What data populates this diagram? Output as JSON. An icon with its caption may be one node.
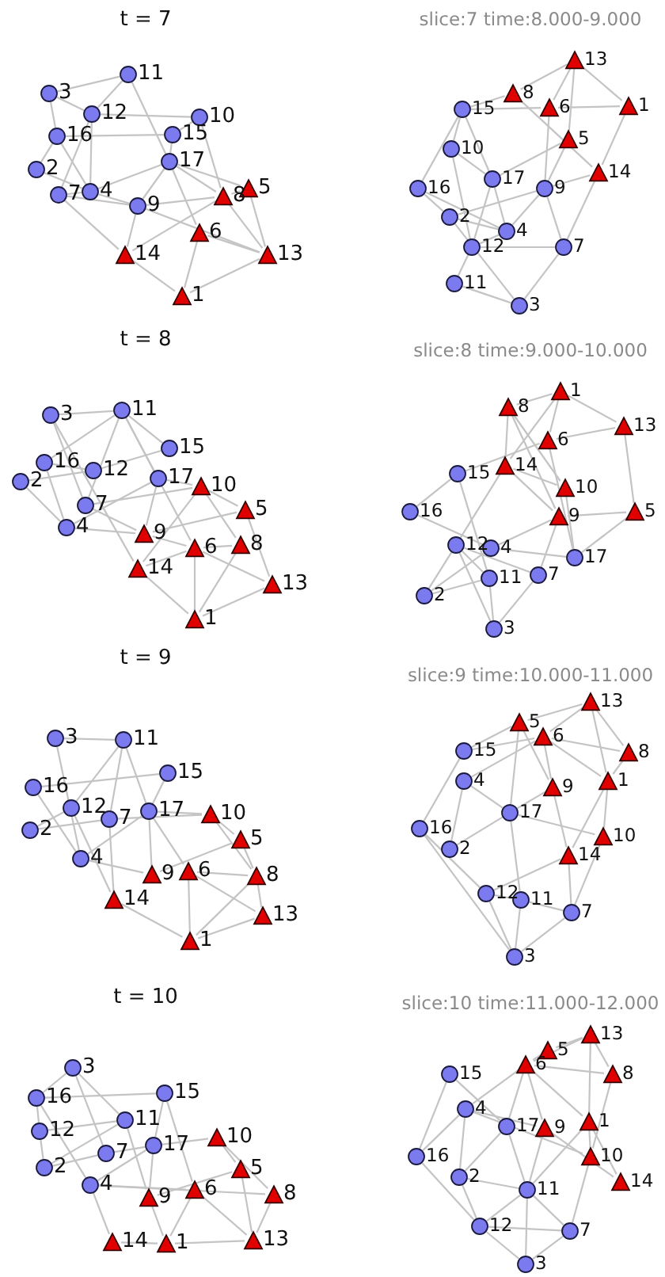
{
  "diagram": {
    "nodes": [
      {
        "text": [],
        "shape": "triangle",
        "beside": [
          "1"
        ]
      },
      {
        "text": [],
        "shape": "circle",
        "beside": [
          "2"
        ]
      },
      {
        "text": [],
        "shape": "circle",
        "beside": [
          "3"
        ]
      },
      {
        "text": [],
        "shape": "circle",
        "beside": [
          "4"
        ]
      },
      {
        "text": [],
        "shape": "triangle",
        "beside": [
          "5"
        ]
      },
      {
        "text": [],
        "shape": "triangle",
        "beside": [
          "6"
        ]
      },
      {
        "text": [],
        "shape": "circle",
        "beside": [
          "7"
        ]
      },
      {
        "text": [],
        "shape": "triangle",
        "beside": [
          "8"
        ]
      },
      {
        "text": [],
        "shape": "circle",
        "beside": [
          "9"
        ]
      },
      {
        "text": [],
        "shape": "circle",
        "beside": [
          "10"
        ]
      },
      {
        "text": [],
        "shape": "circle",
        "beside": [
          "11"
        ]
      },
      {
        "text": [],
        "shape": "circle",
        "beside": [
          "12"
        ]
      },
      {
        "text": [],
        "shape": "triangle",
        "beside": [
          "13"
        ]
      },
      {
        "text": [],
        "shape": "triangle",
        "beside": [
          "14"
        ]
      },
      {
        "text": [],
        "shape": "circle",
        "beside": [
          "15"
        ]
      },
      {
        "text": [],
        "shape": "circle",
        "beside": [
          "16"
        ]
      },
      {
        "text": [],
        "shape": "circle",
        "beside": [
          "17"
        ]
      },
      {
        "text": [],
        "shape": "triangle",
        "beside": [
          "1"
        ]
      },
      {
        "text": [],
        "shape": "circle",
        "beside": [
          "2"
        ]
      },
      {
        "text": [],
        "shape": "circle",
        "beside": [
          "3"
        ]
      },
      {
        "text": [],
        "shape": "circle",
        "beside": [
          "4"
        ]
      },
      {
        "text": [],
        "shape": "triangle",
        "beside": [
          "5"
        ]
      },
      {
        "text": [],
        "shape": "triangle",
        "beside": [
          "6"
        ]
      },
      {
        "text": [],
        "shape": "circle",
        "beside": [
          "7"
        ]
      },
      {
        "text": [],
        "shape": "triangle",
        "beside": [
          "8"
        ]
      },
      {
        "text": [],
        "shape": "circle",
        "beside": [
          "9"
        ]
      },
      {
        "text": [],
        "shape": "circle",
        "beside": [
          "10"
        ]
      },
      {
        "text": [],
        "shape": "circle",
        "beside": [
          "11"
        ]
      },
      {
        "text": [],
        "shape": "circle",
        "beside": [
          "12"
        ]
      },
      {
        "text": [],
        "shape": "triangle",
        "beside": [
          "13"
        ]
      },
      {
        "text": [],
        "shape": "triangle",
        "beside": [
          "14"
        ]
      },
      {
        "text": [],
        "shape": "circle",
        "beside": [
          "15"
        ]
      },
      {
        "text": [],
        "shape": "circle",
        "beside": [
          "16"
        ]
      },
      {
        "text": [],
        "shape": "circle",
        "beside": [
          "17"
        ]
      },
      {
        "text": [],
        "shape": "triangle",
        "beside": [
          "1"
        ]
      },
      {
        "text": [],
        "shape": "circle",
        "beside": [
          "2"
        ]
      },
      {
        "text": [],
        "shape": "circle",
        "beside": [
          "3"
        ]
      },
      {
        "text": [],
        "shape": "circle",
        "beside": [
          "4"
        ]
      },
      {
        "text": [],
        "shape": "triangle",
        "beside": [
          "5"
        ]
      },
      {
        "text": [],
        "shape": "triangle",
        "beside": [
          "6"
        ]
      },
      {
        "text": [],
        "shape": "circle",
        "beside": [
          "7"
        ]
      },
      {
        "text": [],
        "shape": "triangle",
        "beside": [
          "8"
        ]
      },
      {
        "text": [],
        "shape": "triangle",
        "beside": [
          "9"
        ]
      },
      {
        "text": [],
        "shape": "triangle",
        "beside": [
          "10"
        ]
      },
      {
        "text": [],
        "shape": "circle",
        "beside": [
          "11"
        ]
      },
      {
        "text": [],
        "shape": "circle",
        "beside": [
          "12"
        ]
      },
      {
        "text": [],
        "shape": "triangle",
        "beside": [
          "13"
        ]
      },
      {
        "text": [],
        "shape": "triangle",
        "beside": [
          "14"
        ]
      },
      {
        "text": [],
        "shape": "circle",
        "beside": [
          "15"
        ]
      },
      {
        "text": [],
        "shape": "circle",
        "beside": [
          "16"
        ]
      },
      {
        "text": [],
        "shape": "circle",
        "beside": [
          "17"
        ]
      },
      {
        "text": [],
        "shape": "triangle",
        "beside": [
          "1"
        ]
      },
      {
        "text": [],
        "shape": "circle",
        "beside": [
          "2"
        ]
      },
      {
        "text": [],
        "shape": "circle",
        "beside": [
          "3"
        ]
      },
      {
        "text": [],
        "shape": "circle",
        "beside": [
          "4"
        ]
      },
      {
        "text": [],
        "shape": "triangle",
        "beside": [
          "5"
        ]
      },
      {
        "text": [],
        "shape": "triangle",
        "beside": [
          "6"
        ]
      },
      {
        "text": [],
        "shape": "circle",
        "beside": [
          "7"
        ]
      },
      {
        "text": [],
        "shape": "triangle",
        "beside": [
          "8"
        ]
      },
      {
        "text": [],
        "shape": "triangle",
        "beside": [
          "9"
        ]
      },
      {
        "text": [],
        "shape": "triangle",
        "beside": [
          "10"
        ]
      },
      {
        "text": [],
        "shape": "circle",
        "beside": [
          "11"
        ]
      },
      {
        "text": [],
        "shape": "circle",
        "beside": [
          "12"
        ]
      },
      {
        "text": [],
        "shape": "triangle",
        "beside": [
          "13"
        ]
      },
      {
        "text": [],
        "shape": "triangle",
        "beside": [
          "14"
        ]
      },
      {
        "text": [],
        "shape": "circle",
        "beside": [
          "15"
        ]
      },
      {
        "text": [],
        "shape": "circle",
        "beside": [
          "16"
        ]
      },
      {
        "text": [],
        "shape": "circle",
        "beside": [
          "17"
        ]
      },
      {
        "text": [],
        "shape": "triangle",
        "beside": [
          "1"
        ]
      },
      {
        "text": [],
        "shape": "circle",
        "beside": [
          "2"
        ]
      },
      {
        "text": [],
        "shape": "circle",
        "beside": [
          "3"
        ]
      },
      {
        "text": [],
        "shape": "circle",
        "beside": [
          "4"
        ]
      },
      {
        "text": [],
        "shape": "triangle",
        "beside": [
          "5"
        ]
      },
      {
        "text": [],
        "shape": "triangle",
        "beside": [
          "6"
        ]
      },
      {
        "text": [],
        "shape": "circle",
        "beside": [
          "7"
        ]
      },
      {
        "text": [],
        "shape": "triangle",
        "beside": [
          "8"
        ]
      },
      {
        "text": [],
        "shape": "triangle",
        "beside": [
          "9"
        ]
      },
      {
        "text": [],
        "shape": "triangle",
        "beside": [
          "10"
        ]
      },
      {
        "text": [],
        "shape": "circle",
        "beside": [
          "11"
        ]
      },
      {
        "text": [],
        "shape": "circle",
        "beside": [
          "12"
        ]
      },
      {
        "text": [],
        "shape": "triangle",
        "beside": [
          "13"
        ]
      },
      {
        "text": [],
        "shape": "triangle",
        "beside": [
          "14"
        ]
      },
      {
        "text": [],
        "shape": "circle",
        "beside": [
          "15"
        ]
      },
      {
        "text": [],
        "shape": "circle",
        "beside": [
          "16"
        ]
      },
      {
        "text": [],
        "shape": "circle",
        "beside": [
          "17"
        ]
      },
      {
        "text": [],
        "shape": "triangle",
        "beside": [
          "1"
        ]
      },
      {
        "text": [],
        "shape": "circle",
        "beside": [
          "2"
        ]
      },
      {
        "text": [],
        "shape": "circle",
        "beside": [
          "3"
        ]
      },
      {
        "text": [],
        "shape": "circle",
        "beside": [
          "4"
        ]
      },
      {
        "text": [],
        "shape": "triangle",
        "beside": [
          "5"
        ]
      },
      {
        "text": [],
        "shape": "triangle",
        "beside": [
          "6"
        ]
      },
      {
        "text": [],
        "shape": "circle",
        "beside": [
          "7"
        ]
      },
      {
        "text": [],
        "shape": "triangle",
        "beside": [
          "8"
        ]
      },
      {
        "text": [],
        "shape": "triangle",
        "beside": [
          "9"
        ]
      },
      {
        "text": [],
        "shape": "triangle",
        "beside": [
          "10"
        ]
      },
      {
        "text": [],
        "shape": "circle",
        "beside": [
          "11"
        ]
      },
      {
        "text": [],
        "shape": "circle",
        "beside": [
          "12"
        ]
      },
      {
        "text": [],
        "shape": "triangle",
        "beside": [
          "13"
        ]
      },
      {
        "text": [],
        "shape": "triangle",
        "beside": [
          "14"
        ]
      },
      {
        "text": [],
        "shape": "circle",
        "beside": [
          "15"
        ]
      },
      {
        "text": [],
        "shape": "circle",
        "beside": [
          "16"
        ]
      },
      {
        "text": [],
        "shape": "circle",
        "beside": [
          "17"
        ]
      },
      {
        "text": [],
        "shape": "triangle",
        "beside": [
          "1"
        ]
      },
      {
        "text": [],
        "shape": "circle",
        "beside": [
          "2"
        ]
      },
      {
        "text": [],
        "shape": "circle",
        "beside": [
          "3"
        ]
      },
      {
        "text": [],
        "shape": "circle",
        "beside": [
          "4"
        ]
      },
      {
        "text": [],
        "shape": "triangle",
        "beside": [
          "5"
        ]
      },
      {
        "text": [],
        "shape": "triangle",
        "beside": [
          "6"
        ]
      },
      {
        "text": [],
        "shape": "circle",
        "beside": [
          "7"
        ]
      },
      {
        "text": [],
        "shape": "triangle",
        "beside": [
          "8"
        ]
      },
      {
        "text": [],
        "shape": "triangle",
        "beside": [
          "9"
        ]
      },
      {
        "text": [],
        "shape": "triangle",
        "beside": [
          "10"
        ]
      },
      {
        "text": [],
        "shape": "circle",
        "beside": [
          "11"
        ]
      },
      {
        "text": [],
        "shape": "circle",
        "beside": [
          "12"
        ]
      },
      {
        "text": [],
        "shape": "triangle",
        "beside": [
          "13"
        ]
      },
      {
        "text": [],
        "shape": "triangle",
        "beside": [
          "14"
        ]
      },
      {
        "text": [],
        "shape": "circle",
        "beside": [
          "15"
        ]
      },
      {
        "text": [],
        "shape": "circle",
        "beside": [
          "16"
        ]
      },
      {
        "text": [],
        "shape": "circle",
        "beside": [
          "17"
        ]
      },
      {
        "text": [],
        "shape": "triangle",
        "beside": [
          "1"
        ]
      },
      {
        "text": [],
        "shape": "circle",
        "beside": [
          "2"
        ]
      },
      {
        "text": [],
        "shape": "circle",
        "beside": [
          "3"
        ]
      },
      {
        "text": [],
        "shape": "circle",
        "beside": [
          "4"
        ]
      },
      {
        "text": [],
        "shape": "triangle",
        "beside": [
          "5"
        ]
      },
      {
        "text": [],
        "shape": "triangle",
        "beside": [
          "6"
        ]
      },
      {
        "text": [],
        "shape": "circle",
        "beside": [
          "7"
        ]
      },
      {
        "text": [],
        "shape": "triangle",
        "beside": [
          "8"
        ]
      },
      {
        "text": [],
        "shape": "triangle",
        "beside": [
          "9"
        ]
      },
      {
        "text": [],
        "shape": "triangle",
        "beside": [
          "10"
        ]
      },
      {
        "text": [],
        "shape": "circle",
        "beside": [
          "11"
        ]
      },
      {
        "text": [],
        "shape": "circle",
        "beside": [
          "12"
        ]
      },
      {
        "text": [],
        "shape": "triangle",
        "beside": [
          "13"
        ]
      },
      {
        "text": [],
        "shape": "triangle",
        "beside": [
          "14"
        ]
      },
      {
        "text": [],
        "shape": "circle",
        "beside": [
          "15"
        ]
      },
      {
        "text": [],
        "shape": "circle",
        "beside": [
          "16"
        ]
      },
      {
        "text": [],
        "shape": "circle",
        "beside": [
          "17"
        ]
      }
    ],
    "edges": [
      {
        "from": 2,
        "to": 10,
        "arrow": "none"
      },
      {
        "from": 2,
        "to": 15,
        "arrow": "none"
      },
      {
        "from": 2,
        "to": 11,
        "arrow": "none"
      },
      {
        "from": 10,
        "to": 11,
        "arrow": "none"
      },
      {
        "from": 10,
        "to": 16,
        "arrow": "none"
      },
      {
        "from": 11,
        "to": 9,
        "arrow": "none"
      },
      {
        "from": 11,
        "to": 3,
        "arrow": "none"
      },
      {
        "from": 11,
        "to": 6,
        "arrow": "none"
      },
      {
        "from": 15,
        "to": 14,
        "arrow": "none"
      },
      {
        "from": 15,
        "to": 1,
        "arrow": "none"
      },
      {
        "from": 15,
        "to": 3,
        "arrow": "none"
      },
      {
        "from": 1,
        "to": 3,
        "arrow": "none"
      },
      {
        "from": 6,
        "to": 3,
        "arrow": "none"
      },
      {
        "from": 6,
        "to": 8,
        "arrow": "none"
      },
      {
        "from": 6,
        "to": 13,
        "arrow": "none"
      },
      {
        "from": 3,
        "to": 16,
        "arrow": "none"
      },
      {
        "from": 3,
        "to": 8,
        "arrow": "none"
      },
      {
        "from": 8,
        "to": 16,
        "arrow": "none"
      },
      {
        "from": 8,
        "to": 7,
        "arrow": "none"
      },
      {
        "from": 8,
        "to": 13,
        "arrow": "none"
      },
      {
        "from": 8,
        "to": 12,
        "arrow": "none"
      },
      {
        "from": 16,
        "to": 14,
        "arrow": "none"
      },
      {
        "from": 16,
        "to": 5,
        "arrow": "none"
      },
      {
        "from": 16,
        "to": 7,
        "arrow": "none"
      },
      {
        "from": 14,
        "to": 9,
        "arrow": "none"
      },
      {
        "from": 9,
        "to": 7,
        "arrow": "none"
      },
      {
        "from": 7,
        "to": 4,
        "arrow": "none"
      },
      {
        "from": 7,
        "to": 13,
        "arrow": "none"
      },
      {
        "from": 7,
        "to": 12,
        "arrow": "none"
      },
      {
        "from": 4,
        "to": 12,
        "arrow": "none"
      },
      {
        "from": 5,
        "to": 12,
        "arrow": "none"
      },
      {
        "from": 5,
        "to": 0,
        "arrow": "none"
      },
      {
        "from": 13,
        "to": 0,
        "arrow": "none"
      },
      {
        "from": 0,
        "to": 12,
        "arrow": "none"
      },
      {
        "from": 16,
        "to": 4,
        "arrow": "none"
      },
      {
        "from": 29,
        "to": 24,
        "arrow": "none"
      },
      {
        "from": 29,
        "to": 22,
        "arrow": "none"
      },
      {
        "from": 29,
        "to": 17,
        "arrow": "none"
      },
      {
        "from": 29,
        "to": 21,
        "arrow": "none"
      },
      {
        "from": 24,
        "to": 31,
        "arrow": "none"
      },
      {
        "from": 24,
        "to": 30,
        "arrow": "none"
      },
      {
        "from": 31,
        "to": 22,
        "arrow": "none"
      },
      {
        "from": 22,
        "to": 17,
        "arrow": "none"
      },
      {
        "from": 22,
        "to": 25,
        "arrow": "none"
      },
      {
        "from": 31,
        "to": 26,
        "arrow": "none"
      },
      {
        "from": 31,
        "to": 32,
        "arrow": "none"
      },
      {
        "from": 31,
        "to": 33,
        "arrow": "none"
      },
      {
        "from": 26,
        "to": 33,
        "arrow": "none"
      },
      {
        "from": 26,
        "to": 28,
        "arrow": "none"
      },
      {
        "from": 21,
        "to": 33,
        "arrow": "none"
      },
      {
        "from": 21,
        "to": 25,
        "arrow": "none"
      },
      {
        "from": 30,
        "to": 25,
        "arrow": "none"
      },
      {
        "from": 30,
        "to": 23,
        "arrow": "none"
      },
      {
        "from": 17,
        "to": 30,
        "arrow": "none"
      },
      {
        "from": 32,
        "to": 18,
        "arrow": "none"
      },
      {
        "from": 32,
        "to": 20,
        "arrow": "none"
      },
      {
        "from": 33,
        "to": 28,
        "arrow": "none"
      },
      {
        "from": 33,
        "to": 20,
        "arrow": "none"
      },
      {
        "from": 25,
        "to": 18,
        "arrow": "none"
      },
      {
        "from": 25,
        "to": 20,
        "arrow": "none"
      },
      {
        "from": 25,
        "to": 23,
        "arrow": "none"
      },
      {
        "from": 18,
        "to": 20,
        "arrow": "none"
      },
      {
        "from": 18,
        "to": 19,
        "arrow": "none"
      },
      {
        "from": 28,
        "to": 20,
        "arrow": "none"
      },
      {
        "from": 28,
        "to": 23,
        "arrow": "none"
      },
      {
        "from": 28,
        "to": 27,
        "arrow": "none"
      },
      {
        "from": 27,
        "to": 19,
        "arrow": "none"
      },
      {
        "from": 23,
        "to": 19,
        "arrow": "none"
      },
      {
        "from": 36,
        "to": 44,
        "arrow": "none"
      },
      {
        "from": 36,
        "to": 40,
        "arrow": "none"
      },
      {
        "from": 36,
        "to": 47,
        "arrow": "none"
      },
      {
        "from": 44,
        "to": 49,
        "arrow": "none"
      },
      {
        "from": 44,
        "to": 48,
        "arrow": "none"
      },
      {
        "from": 44,
        "to": 40,
        "arrow": "none"
      },
      {
        "from": 44,
        "to": 50,
        "arrow": "none"
      },
      {
        "from": 44,
        "to": 39,
        "arrow": "none"
      },
      {
        "from": 49,
        "to": 45,
        "arrow": "none"
      },
      {
        "from": 49,
        "to": 37,
        "arrow": "none"
      },
      {
        "from": 35,
        "to": 45,
        "arrow": "none"
      },
      {
        "from": 35,
        "to": 37,
        "arrow": "none"
      },
      {
        "from": 45,
        "to": 48,
        "arrow": "none"
      },
      {
        "from": 40,
        "to": 43,
        "arrow": "none"
      },
      {
        "from": 40,
        "to": 42,
        "arrow": "none"
      },
      {
        "from": 37,
        "to": 50,
        "arrow": "none"
      },
      {
        "from": 37,
        "to": 42,
        "arrow": "none"
      },
      {
        "from": 50,
        "to": 43,
        "arrow": "none"
      },
      {
        "from": 50,
        "to": 42,
        "arrow": "none"
      },
      {
        "from": 43,
        "to": 38,
        "arrow": "none"
      },
      {
        "from": 43,
        "to": 41,
        "arrow": "none"
      },
      {
        "from": 43,
        "to": 47,
        "arrow": "none"
      },
      {
        "from": 42,
        "to": 38,
        "arrow": "none"
      },
      {
        "from": 42,
        "to": 39,
        "arrow": "none"
      },
      {
        "from": 39,
        "to": 41,
        "arrow": "none"
      },
      {
        "from": 39,
        "to": 47,
        "arrow": "none"
      },
      {
        "from": 39,
        "to": 34,
        "arrow": "none"
      },
      {
        "from": 39,
        "to": 46,
        "arrow": "none"
      },
      {
        "from": 41,
        "to": 34,
        "arrow": "none"
      },
      {
        "from": 38,
        "to": 46,
        "arrow": "none"
      },
      {
        "from": 34,
        "to": 46,
        "arrow": "none"
      },
      {
        "from": 47,
        "to": 34,
        "arrow": "none"
      },
      {
        "from": 51,
        "to": 58,
        "arrow": "none"
      },
      {
        "from": 51,
        "to": 63,
        "arrow": "none"
      },
      {
        "from": 51,
        "to": 56,
        "arrow": "none"
      },
      {
        "from": 51,
        "to": 64,
        "arrow": "none"
      },
      {
        "from": 58,
        "to": 64,
        "arrow": "none"
      },
      {
        "from": 58,
        "to": 60,
        "arrow": "none"
      },
      {
        "from": 58,
        "to": 59,
        "arrow": "none"
      },
      {
        "from": 56,
        "to": 63,
        "arrow": "none"
      },
      {
        "from": 56,
        "to": 65,
        "arrow": "none"
      },
      {
        "from": 56,
        "to": 67,
        "arrow": "none"
      },
      {
        "from": 64,
        "to": 60,
        "arrow": "none"
      },
      {
        "from": 64,
        "to": 59,
        "arrow": "none"
      },
      {
        "from": 64,
        "to": 62,
        "arrow": "none"
      },
      {
        "from": 65,
        "to": 66,
        "arrow": "none"
      },
      {
        "from": 65,
        "to": 61,
        "arrow": "none"
      },
      {
        "from": 63,
        "to": 55,
        "arrow": "none"
      },
      {
        "from": 60,
        "to": 67,
        "arrow": "none"
      },
      {
        "from": 59,
        "to": 54,
        "arrow": "none"
      },
      {
        "from": 59,
        "to": 55,
        "arrow": "none"
      },
      {
        "from": 59,
        "to": 57,
        "arrow": "none"
      },
      {
        "from": 55,
        "to": 67,
        "arrow": "none"
      },
      {
        "from": 66,
        "to": 54,
        "arrow": "none"
      },
      {
        "from": 62,
        "to": 52,
        "arrow": "none"
      },
      {
        "from": 62,
        "to": 57,
        "arrow": "none"
      },
      {
        "from": 62,
        "to": 61,
        "arrow": "none"
      },
      {
        "from": 62,
        "to": 53,
        "arrow": "none"
      },
      {
        "from": 54,
        "to": 67,
        "arrow": "none"
      },
      {
        "from": 54,
        "to": 52,
        "arrow": "none"
      },
      {
        "from": 61,
        "to": 52,
        "arrow": "none"
      },
      {
        "from": 61,
        "to": 53,
        "arrow": "none"
      },
      {
        "from": 57,
        "to": 53,
        "arrow": "none"
      },
      {
        "from": 70,
        "to": 78,
        "arrow": "none"
      },
      {
        "from": 70,
        "to": 71,
        "arrow": "none"
      },
      {
        "from": 78,
        "to": 79,
        "arrow": "none"
      },
      {
        "from": 78,
        "to": 74,
        "arrow": "none"
      },
      {
        "from": 78,
        "to": 84,
        "arrow": "none"
      },
      {
        "from": 83,
        "to": 82,
        "arrow": "none"
      },
      {
        "from": 83,
        "to": 71,
        "arrow": "none"
      },
      {
        "from": 69,
        "to": 79,
        "arrow": "none"
      },
      {
        "from": 69,
        "to": 74,
        "arrow": "none"
      },
      {
        "from": 79,
        "to": 81,
        "arrow": "none"
      },
      {
        "from": 74,
        "to": 81,
        "arrow": "none"
      },
      {
        "from": 74,
        "to": 77,
        "arrow": "none"
      },
      {
        "from": 84,
        "to": 82,
        "arrow": "none"
      },
      {
        "from": 84,
        "to": 77,
        "arrow": "none"
      },
      {
        "from": 84,
        "to": 76,
        "arrow": "none"
      },
      {
        "from": 84,
        "to": 73,
        "arrow": "none"
      },
      {
        "from": 84,
        "to": 71,
        "arrow": "none"
      },
      {
        "from": 77,
        "to": 72,
        "arrow": "none"
      },
      {
        "from": 77,
        "to": 75,
        "arrow": "none"
      },
      {
        "from": 71,
        "to": 76,
        "arrow": "none"
      },
      {
        "from": 76,
        "to": 72,
        "arrow": "none"
      },
      {
        "from": 73,
        "to": 75,
        "arrow": "none"
      },
      {
        "from": 73,
        "to": 68,
        "arrow": "none"
      },
      {
        "from": 73,
        "to": 80,
        "arrow": "none"
      },
      {
        "from": 72,
        "to": 75,
        "arrow": "none"
      },
      {
        "from": 75,
        "to": 80,
        "arrow": "none"
      },
      {
        "from": 75,
        "to": 68,
        "arrow": "none"
      },
      {
        "from": 81,
        "to": 68,
        "arrow": "none"
      },
      {
        "from": 68,
        "to": 80,
        "arrow": "none"
      },
      {
        "from": 97,
        "to": 89,
        "arrow": "none"
      },
      {
        "from": 97,
        "to": 90,
        "arrow": "none"
      },
      {
        "from": 97,
        "to": 85,
        "arrow": "none"
      },
      {
        "from": 97,
        "to": 92,
        "arrow": "none"
      },
      {
        "from": 89,
        "to": 99,
        "arrow": "none"
      },
      {
        "from": 89,
        "to": 93,
        "arrow": "none"
      },
      {
        "from": 89,
        "to": 101,
        "arrow": "none"
      },
      {
        "from": 90,
        "to": 92,
        "arrow": "none"
      },
      {
        "from": 90,
        "to": 88,
        "arrow": "none"
      },
      {
        "from": 90,
        "to": 93,
        "arrow": "none"
      },
      {
        "from": 90,
        "to": 85,
        "arrow": "none"
      },
      {
        "from": 99,
        "to": 100,
        "arrow": "none"
      },
      {
        "from": 88,
        "to": 101,
        "arrow": "none"
      },
      {
        "from": 88,
        "to": 86,
        "arrow": "none"
      },
      {
        "from": 93,
        "to": 101,
        "arrow": "none"
      },
      {
        "from": 93,
        "to": 98,
        "arrow": "none"
      },
      {
        "from": 92,
        "to": 85,
        "arrow": "none"
      },
      {
        "from": 85,
        "to": 98,
        "arrow": "none"
      },
      {
        "from": 85,
        "to": 94,
        "arrow": "none"
      },
      {
        "from": 101,
        "to": 86,
        "arrow": "none"
      },
      {
        "from": 101,
        "to": 94,
        "arrow": "none"
      },
      {
        "from": 101,
        "to": 95,
        "arrow": "none"
      },
      {
        "from": 100,
        "to": 96,
        "arrow": "none"
      },
      {
        "from": 100,
        "to": 87,
        "arrow": "none"
      },
      {
        "from": 94,
        "to": 91,
        "arrow": "none"
      },
      {
        "from": 98,
        "to": 91,
        "arrow": "none"
      },
      {
        "from": 98,
        "to": 96,
        "arrow": "none"
      },
      {
        "from": 96,
        "to": 95,
        "arrow": "none"
      },
      {
        "from": 96,
        "to": 87,
        "arrow": "none"
      },
      {
        "from": 95,
        "to": 91,
        "arrow": "none"
      },
      {
        "from": 95,
        "to": 87,
        "arrow": "none"
      },
      {
        "from": 91,
        "to": 87,
        "arrow": "none"
      },
      {
        "from": 99,
        "to": 90,
        "arrow": "none"
      },
      {
        "from": 104,
        "to": 112,
        "arrow": "none"
      },
      {
        "from": 104,
        "to": 108,
        "arrow": "none"
      },
      {
        "from": 104,
        "to": 117,
        "arrow": "none"
      },
      {
        "from": 117,
        "to": 116,
        "arrow": "none"
      },
      {
        "from": 117,
        "to": 113,
        "arrow": "none"
      },
      {
        "from": 117,
        "to": 105,
        "arrow": "none"
      },
      {
        "from": 113,
        "to": 112,
        "arrow": "none"
      },
      {
        "from": 113,
        "to": 103,
        "arrow": "none"
      },
      {
        "from": 112,
        "to": 103,
        "arrow": "none"
      },
      {
        "from": 112,
        "to": 110,
        "arrow": "none"
      },
      {
        "from": 116,
        "to": 118,
        "arrow": "none"
      },
      {
        "from": 118,
        "to": 111,
        "arrow": "none"
      },
      {
        "from": 118,
        "to": 108,
        "arrow": "none"
      },
      {
        "from": 118,
        "to": 110,
        "arrow": "none"
      },
      {
        "from": 118,
        "to": 105,
        "arrow": "none"
      },
      {
        "from": 103,
        "to": 108,
        "arrow": "none"
      },
      {
        "from": 105,
        "to": 115,
        "arrow": "none"
      },
      {
        "from": 105,
        "to": 107,
        "arrow": "none"
      },
      {
        "from": 105,
        "to": 109,
        "arrow": "none"
      },
      {
        "from": 111,
        "to": 106,
        "arrow": "none"
      },
      {
        "from": 111,
        "to": 109,
        "arrow": "none"
      },
      {
        "from": 106,
        "to": 110,
        "arrow": "none"
      },
      {
        "from": 106,
        "to": 114,
        "arrow": "none"
      },
      {
        "from": 107,
        "to": 102,
        "arrow": "none"
      },
      {
        "from": 107,
        "to": 114,
        "arrow": "none"
      },
      {
        "from": 110,
        "to": 102,
        "arrow": "none"
      },
      {
        "from": 115,
        "to": 102,
        "arrow": "none"
      },
      {
        "from": 102,
        "to": 114,
        "arrow": "none"
      },
      {
        "from": 109,
        "to": 114,
        "arrow": "none"
      },
      {
        "from": 116,
        "to": 107,
        "arrow": "none"
      },
      {
        "from": 131,
        "to": 123,
        "arrow": "none"
      },
      {
        "from": 131,
        "to": 124,
        "arrow": "none"
      },
      {
        "from": 131,
        "to": 119,
        "arrow": "none"
      },
      {
        "from": 131,
        "to": 126,
        "arrow": "none"
      },
      {
        "from": 123,
        "to": 124,
        "arrow": "none"
      },
      {
        "from": 124,
        "to": 126,
        "arrow": "none"
      },
      {
        "from": 124,
        "to": 122,
        "arrow": "none"
      },
      {
        "from": 124,
        "to": 135,
        "arrow": "none"
      },
      {
        "from": 124,
        "to": 127,
        "arrow": "none"
      },
      {
        "from": 124,
        "to": 119,
        "arrow": "none"
      },
      {
        "from": 133,
        "to": 134,
        "arrow": "none"
      },
      {
        "from": 133,
        "to": 135,
        "arrow": "none"
      },
      {
        "from": 122,
        "to": 127,
        "arrow": "none"
      },
      {
        "from": 122,
        "to": 128,
        "arrow": "none"
      },
      {
        "from": 122,
        "to": 120,
        "arrow": "none"
      },
      {
        "from": 135,
        "to": 120,
        "arrow": "none"
      },
      {
        "from": 135,
        "to": 129,
        "arrow": "none"
      },
      {
        "from": 127,
        "to": 129,
        "arrow": "none"
      },
      {
        "from": 126,
        "to": 128,
        "arrow": "none"
      },
      {
        "from": 119,
        "to": 129,
        "arrow": "none"
      },
      {
        "from": 119,
        "to": 128,
        "arrow": "none"
      },
      {
        "from": 119,
        "to": 132,
        "arrow": "none"
      },
      {
        "from": 134,
        "to": 122,
        "arrow": "none"
      },
      {
        "from": 134,
        "to": 130,
        "arrow": "none"
      },
      {
        "from": 120,
        "to": 129,
        "arrow": "none"
      },
      {
        "from": 120,
        "to": 130,
        "arrow": "none"
      },
      {
        "from": 128,
        "to": 125,
        "arrow": "none"
      },
      {
        "from": 129,
        "to": 130,
        "arrow": "none"
      },
      {
        "from": 129,
        "to": 125,
        "arrow": "none"
      },
      {
        "from": 129,
        "to": 121,
        "arrow": "none"
      },
      {
        "from": 130,
        "to": 125,
        "arrow": "none"
      },
      {
        "from": 130,
        "to": 121,
        "arrow": "none"
      },
      {
        "from": 125,
        "to": 121,
        "arrow": "none"
      },
      {
        "from": 127,
        "to": 132,
        "arrow": "none"
      }
    ],
    "labels": [
      "t = 7",
      "slice:7 time:8.000-9.000",
      "t = 8",
      "slice:8 time:9.000-10.000",
      "t = 9",
      "slice:9 time:10.000-11.000",
      "t = 10",
      "slice:10 time:11.000-12.000"
    ]
  }
}
